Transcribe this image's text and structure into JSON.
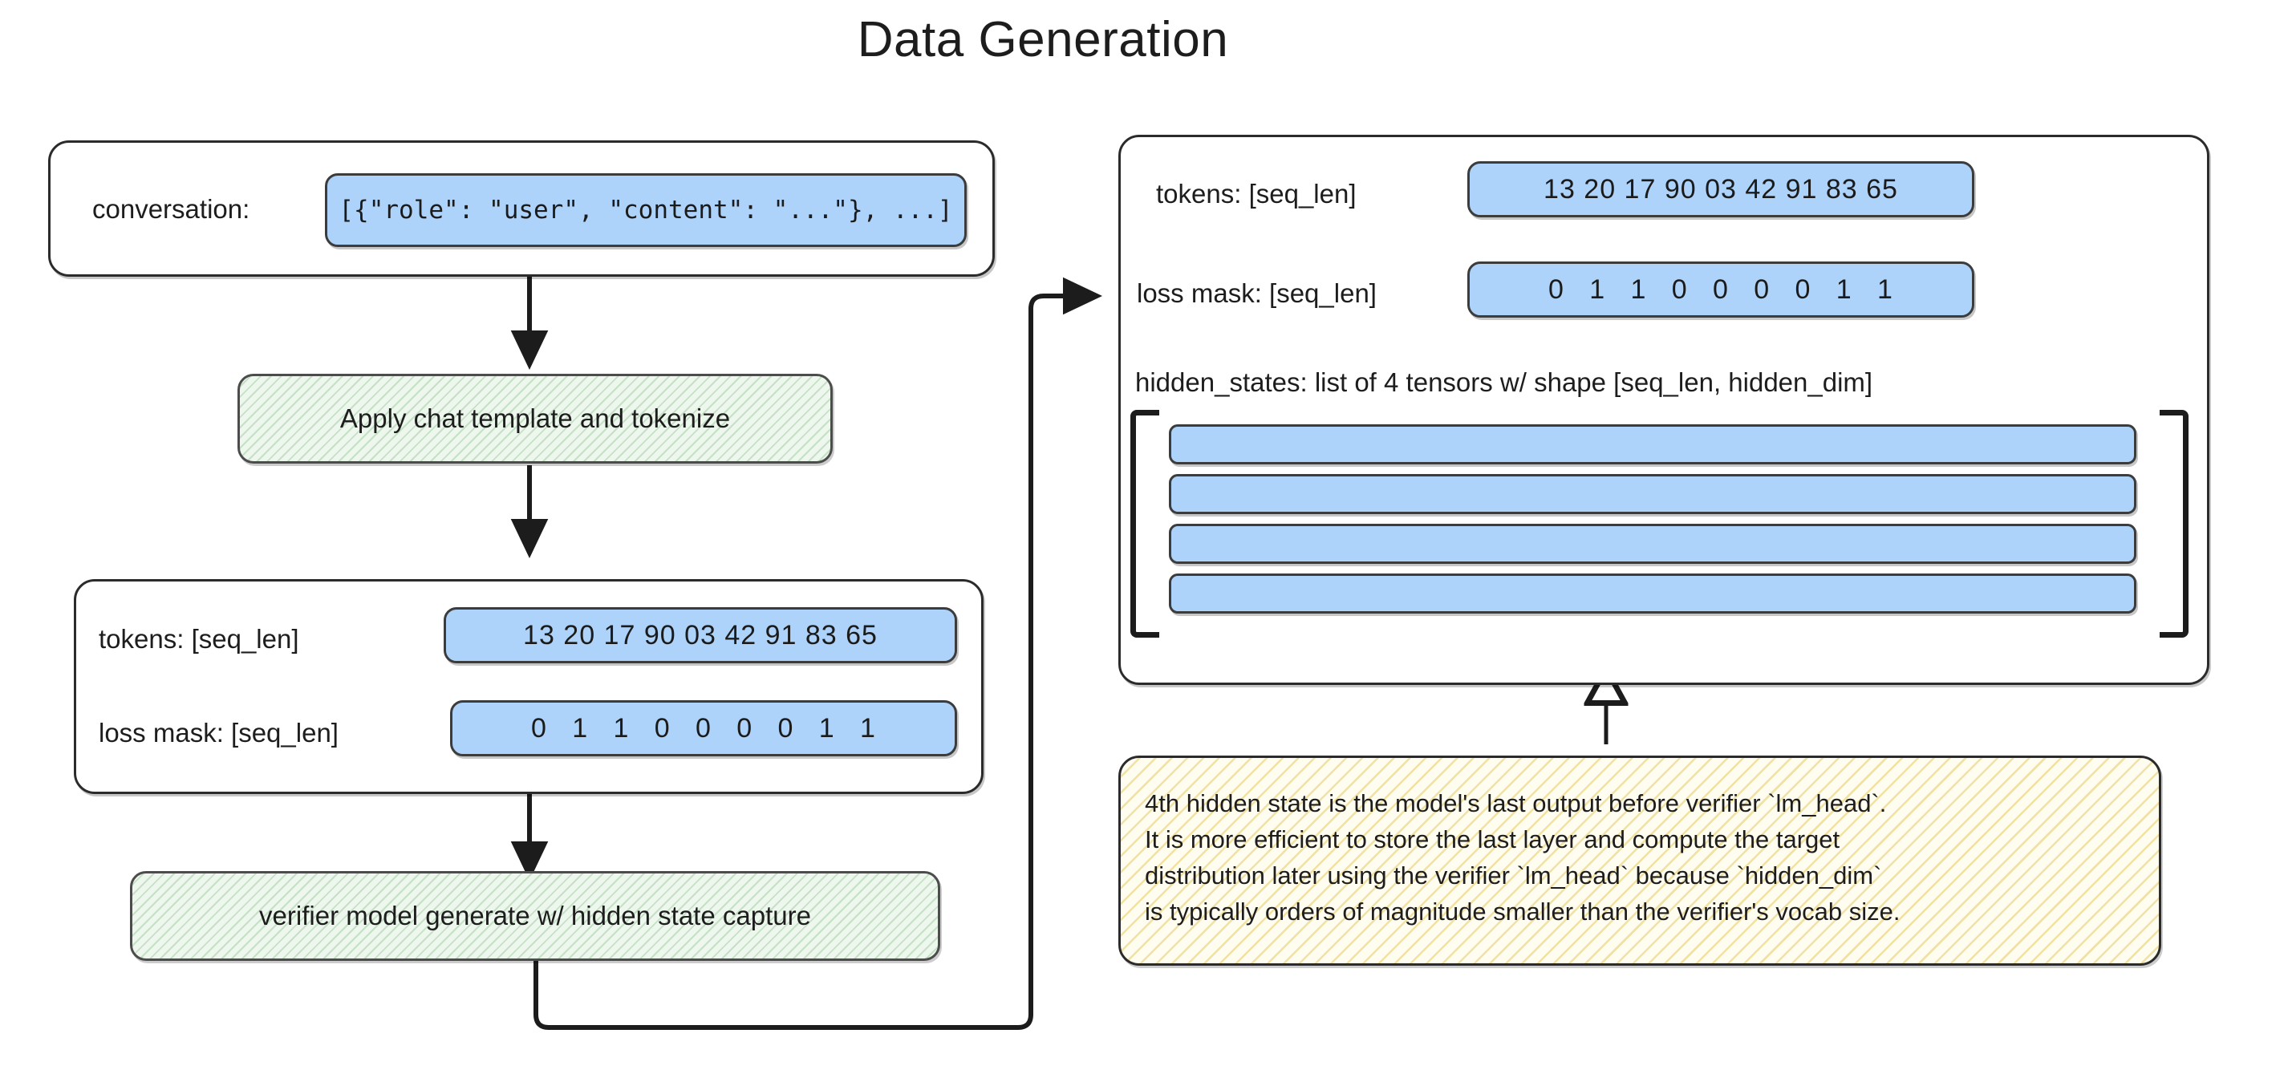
{
  "title": "Data Generation",
  "left_column": {
    "conversation_box": {
      "label": "conversation:",
      "value": "[{\"role\": \"user\", \"content\": \"...\"}, ...]"
    },
    "process_1": {
      "label": "Apply chat template and tokenize"
    },
    "tensor_box": {
      "tokens_label": "tokens: [seq_len]",
      "tokens_value": "13 20 17 90 03 42 91 83 65",
      "loss_mask_label": "loss mask: [seq_len]",
      "loss_mask_value": "0   1   1   0   0   0   0   1   1"
    },
    "process_2": {
      "label": "verifier model generate w/ hidden state capture"
    }
  },
  "right_column": {
    "output_box": {
      "tokens_label": "tokens: [seq_len]",
      "tokens_value": "13 20 17 90 03 42 91 83 65",
      "loss_mask_label": "loss mask: [seq_len]",
      "loss_mask_value": "0   1   1   0   0   0   0   1   1",
      "hidden_states_label": "hidden_states: list of 4 tensors w/ shape [seq_len, hidden_dim]",
      "tensor_count": 4
    },
    "note": {
      "lines": [
        "4th hidden state is the model's last output before verifier `lm_head`.",
        "It is more efficient to store the last layer and compute the target",
        "distribution later using the verifier `lm_head` because `hidden_dim`",
        "is typically orders of magnitude smaller than the verifier's vocab size."
      ]
    }
  },
  "colors": {
    "blue_fill": "#aed3fa",
    "green_fill": "#eef7ee",
    "green_hatch": "#78b478",
    "yellow_fill": "#fffdf0",
    "yellow_hatch": "#e2bf48",
    "stroke": "#2b2b2b",
    "background": "#ffffff"
  }
}
